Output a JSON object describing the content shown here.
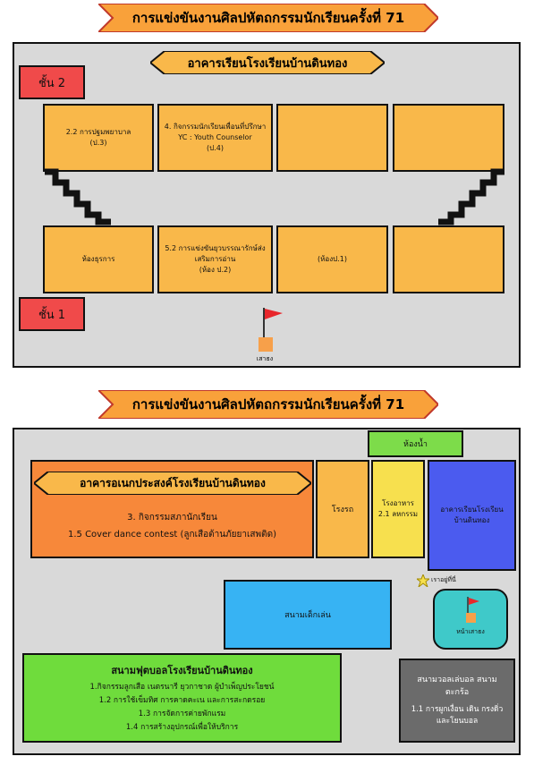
{
  "top": {
    "banner": "การแข่งขันงานศิลปหัตถกรรมนักเรียนครั้งที่ 71",
    "building_title": "อาคารเรียนโรงเรียนบ้านดินทอง",
    "floor2": "ชั้น 2",
    "floor1": "ชั้น 1",
    "rooms_upper": [
      {
        "lines": [
          "2.2 การปฐมพยาบาล",
          "(ป.3)"
        ]
      },
      {
        "lines": [
          "4. กิจกรรมนักเรียนเพื่อนที่ปรึกษา",
          "YC : Youth Counselor",
          "(ป.4)"
        ]
      },
      {
        "lines": []
      },
      {
        "lines": []
      }
    ],
    "rooms_lower": [
      {
        "lines": [
          "ห้องธุรการ"
        ]
      },
      {
        "lines": [
          "5.2 การแข่งขันยุวบรรณารักษ์ส่ง",
          "เสริมการอ่าน",
          "(ห้อง ป.2)"
        ]
      },
      {
        "lines": [
          "(ห้องป.1)"
        ]
      },
      {
        "lines": []
      }
    ],
    "flagpole_label": "เสาธง"
  },
  "bottom": {
    "banner": "การแข่งขันงานศิลปหัตถกรรมนักเรียนครั้งที่ 71",
    "toilet": "ห้องน้ำ",
    "multipurpose_title": "อาคารอเนกประสงค์โรงเรียนบ้านดินทอง",
    "multipurpose_line1": "3. กิจกรรมสภานักเรียน",
    "multipurpose_line2": "1.5 Cover dance contest (ลูกเสือต้านภัยยาเสพติด)",
    "garage": "โรงรถ",
    "canteen_line1": "โรงอาหาร",
    "canteen_line2": "2.1 ลหกรรม",
    "blue_building": "อาคารเรียนโรงเรียนบ้านดินทอง",
    "you_are_here": "เราอยู่ที่นี่",
    "playground": "สนามเด็กเล่น",
    "flag_area": "หน้าเสาธง",
    "football_title": "สนามฟุตบอลโรงเรียนบ้านดินทอง",
    "football_items": [
      "1.กิจกรรมลูกเสือ เนตรนารี ยุวกาชาด ผู้บำเพ็ญประโยชน์",
      "1.2 การใช้เข็มทิศ การคาดคะเน และการสะกดรอย",
      "1.3 การจัดการค่ายพักแรม",
      "1.4 การสร้างอุปกรณ์เพื่อให้บริการ"
    ],
    "court_title": "สนามวอลเล่บอล สนามตะกร้อ",
    "court_text": "1.1 การผูกเงื่อน เดิน กรงดิ่ว และโยนบอล"
  },
  "colors": {
    "banner_fill": "#f9a13a",
    "room": "#f9b84a",
    "floor_tag": "#f04a4a",
    "multipurpose": "#f7883a",
    "blue_building": "#4b5bef",
    "playground": "#37b3f3",
    "football": "#6fdc3c",
    "toilet": "#7ddc4a",
    "canteen": "#f7e04e",
    "court": "#6b6b6b",
    "flag_area": "#3fc9c9"
  }
}
